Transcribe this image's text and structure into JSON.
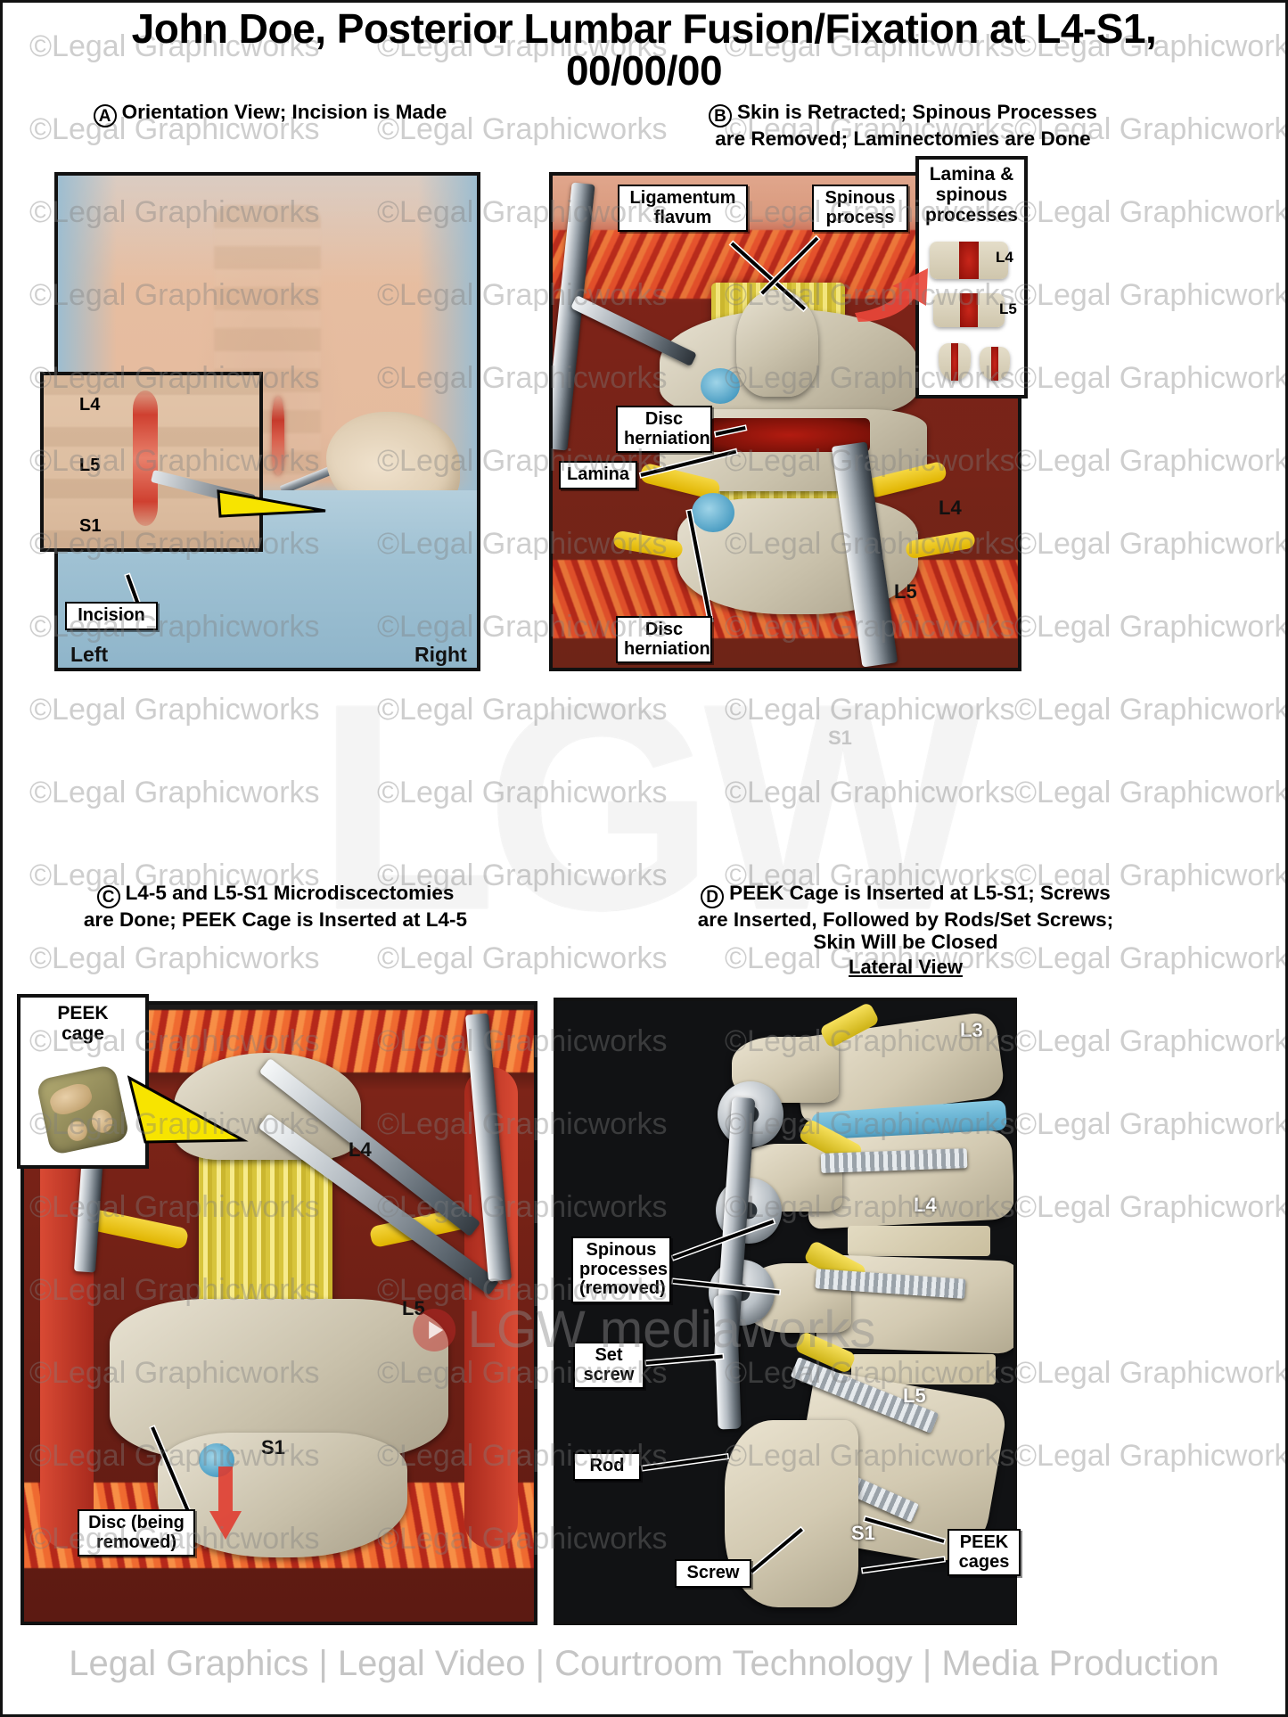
{
  "document": {
    "title": "John Doe, Posterior Lumbar Fusion/Fixation at L4-S1, 00/00/00",
    "title_line1": "John Doe, Posterior Lumbar Fusion/Fixation at L4-S1,",
    "title_line2": "00/00/00",
    "footer": "Legal Graphics | Legal Video | Courtroom Technology | Media Production",
    "watermark_text": "©Legal Graphicworks",
    "watermark_big": "LGW",
    "watermark_media": "LGW mediaworks"
  },
  "panels": [
    {
      "letter": "A",
      "caption_lines": [
        "Orientation View; Incision is Made"
      ],
      "labels": {
        "incision": "Incision",
        "left": "Left",
        "right": "Right",
        "l4": "L4",
        "l5": "L5",
        "s1": "S1"
      }
    },
    {
      "letter": "B",
      "caption_lines": [
        "Skin is Retracted; Spinous Processes",
        "are Removed; Laminectomies are Done"
      ],
      "labels": {
        "ligamentum_flavum": "Ligamentum\nflavum",
        "spinous_process": "Spinous\nprocess",
        "disc_herniation_1": "Disc\nherniation",
        "lamina": "Lamina",
        "disc_herniation_2": "Disc\nherniation",
        "l4": "L4",
        "l5": "L5",
        "s1": "S1"
      },
      "inset": {
        "title": "Lamina &\nspinous\nprocesses",
        "items": [
          "L4",
          "L5"
        ]
      }
    },
    {
      "letter": "C",
      "caption_lines": [
        "L4-5 and L5-S1 Microdiscectomies",
        "are Done; PEEK Cage is Inserted at L4-5"
      ],
      "labels": {
        "disc_being_removed": "Disc (being\nremoved)",
        "l4": "L4",
        "l5": "L5",
        "s1": "S1"
      },
      "inset": {
        "title": "PEEK\ncage"
      }
    },
    {
      "letter": "D",
      "caption_lines": [
        "PEEK Cage is Inserted at L5-S1; Screws",
        "are Inserted, Followed by Rods/Set Screws;",
        "Skin Will be Closed"
      ],
      "subtitle": "Lateral View",
      "labels": {
        "spinous_processes_removed": "Spinous\nprocesses\n(removed)",
        "set_screw": "Set\nscrew",
        "rod": "Rod",
        "screw": "Screw",
        "peek_cages": "PEEK\ncages",
        "l3": "L3",
        "l4": "L4",
        "l5": "L5",
        "s1": "S1"
      }
    }
  ],
  "colors": {
    "frame": "#111111",
    "callout_bg": "#ffffff",
    "callout_border": "#000000",
    "bone": "#e4ddc9",
    "marrow": "#b21b10",
    "nerve_yellow": "#f5d742",
    "disc_blue": "#4e9fc4",
    "muscle_red": "#b8291a",
    "metal": "#9aa2a9",
    "panel_d_bg": "#111214",
    "watermark_gray": "#7d7d7d"
  }
}
